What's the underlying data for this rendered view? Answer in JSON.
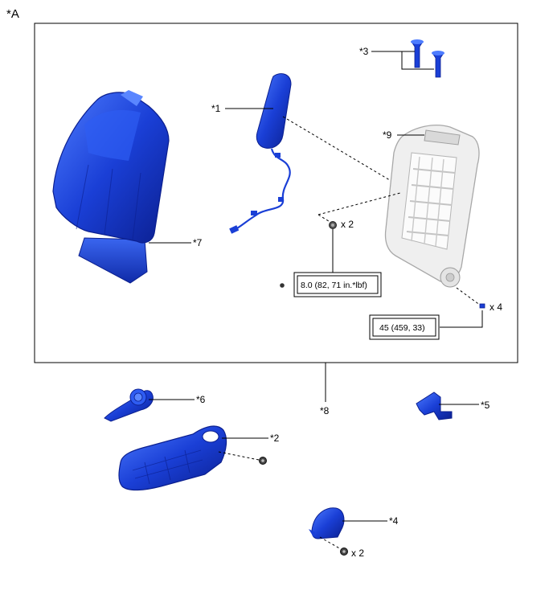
{
  "figure_label": "*A",
  "callouts": {
    "c1": "*1",
    "c2": "*2",
    "c3": "*3",
    "c4": "*4",
    "c5": "*5",
    "c6": "*6",
    "c7": "*7",
    "c8": "*8",
    "c9": "*9"
  },
  "quantities": {
    "q_nut": "x 2",
    "q_bolt_frame": "x 4",
    "q_screw_cover": "x 2"
  },
  "torque": {
    "t1": "8.0 (82, 71 in.*lbf)",
    "t2": "45 (459, 33)"
  },
  "colors": {
    "part_blue": "#1a3fd6",
    "part_dark": "#0b1f8f",
    "frame_gray": "#d9d9d9"
  }
}
